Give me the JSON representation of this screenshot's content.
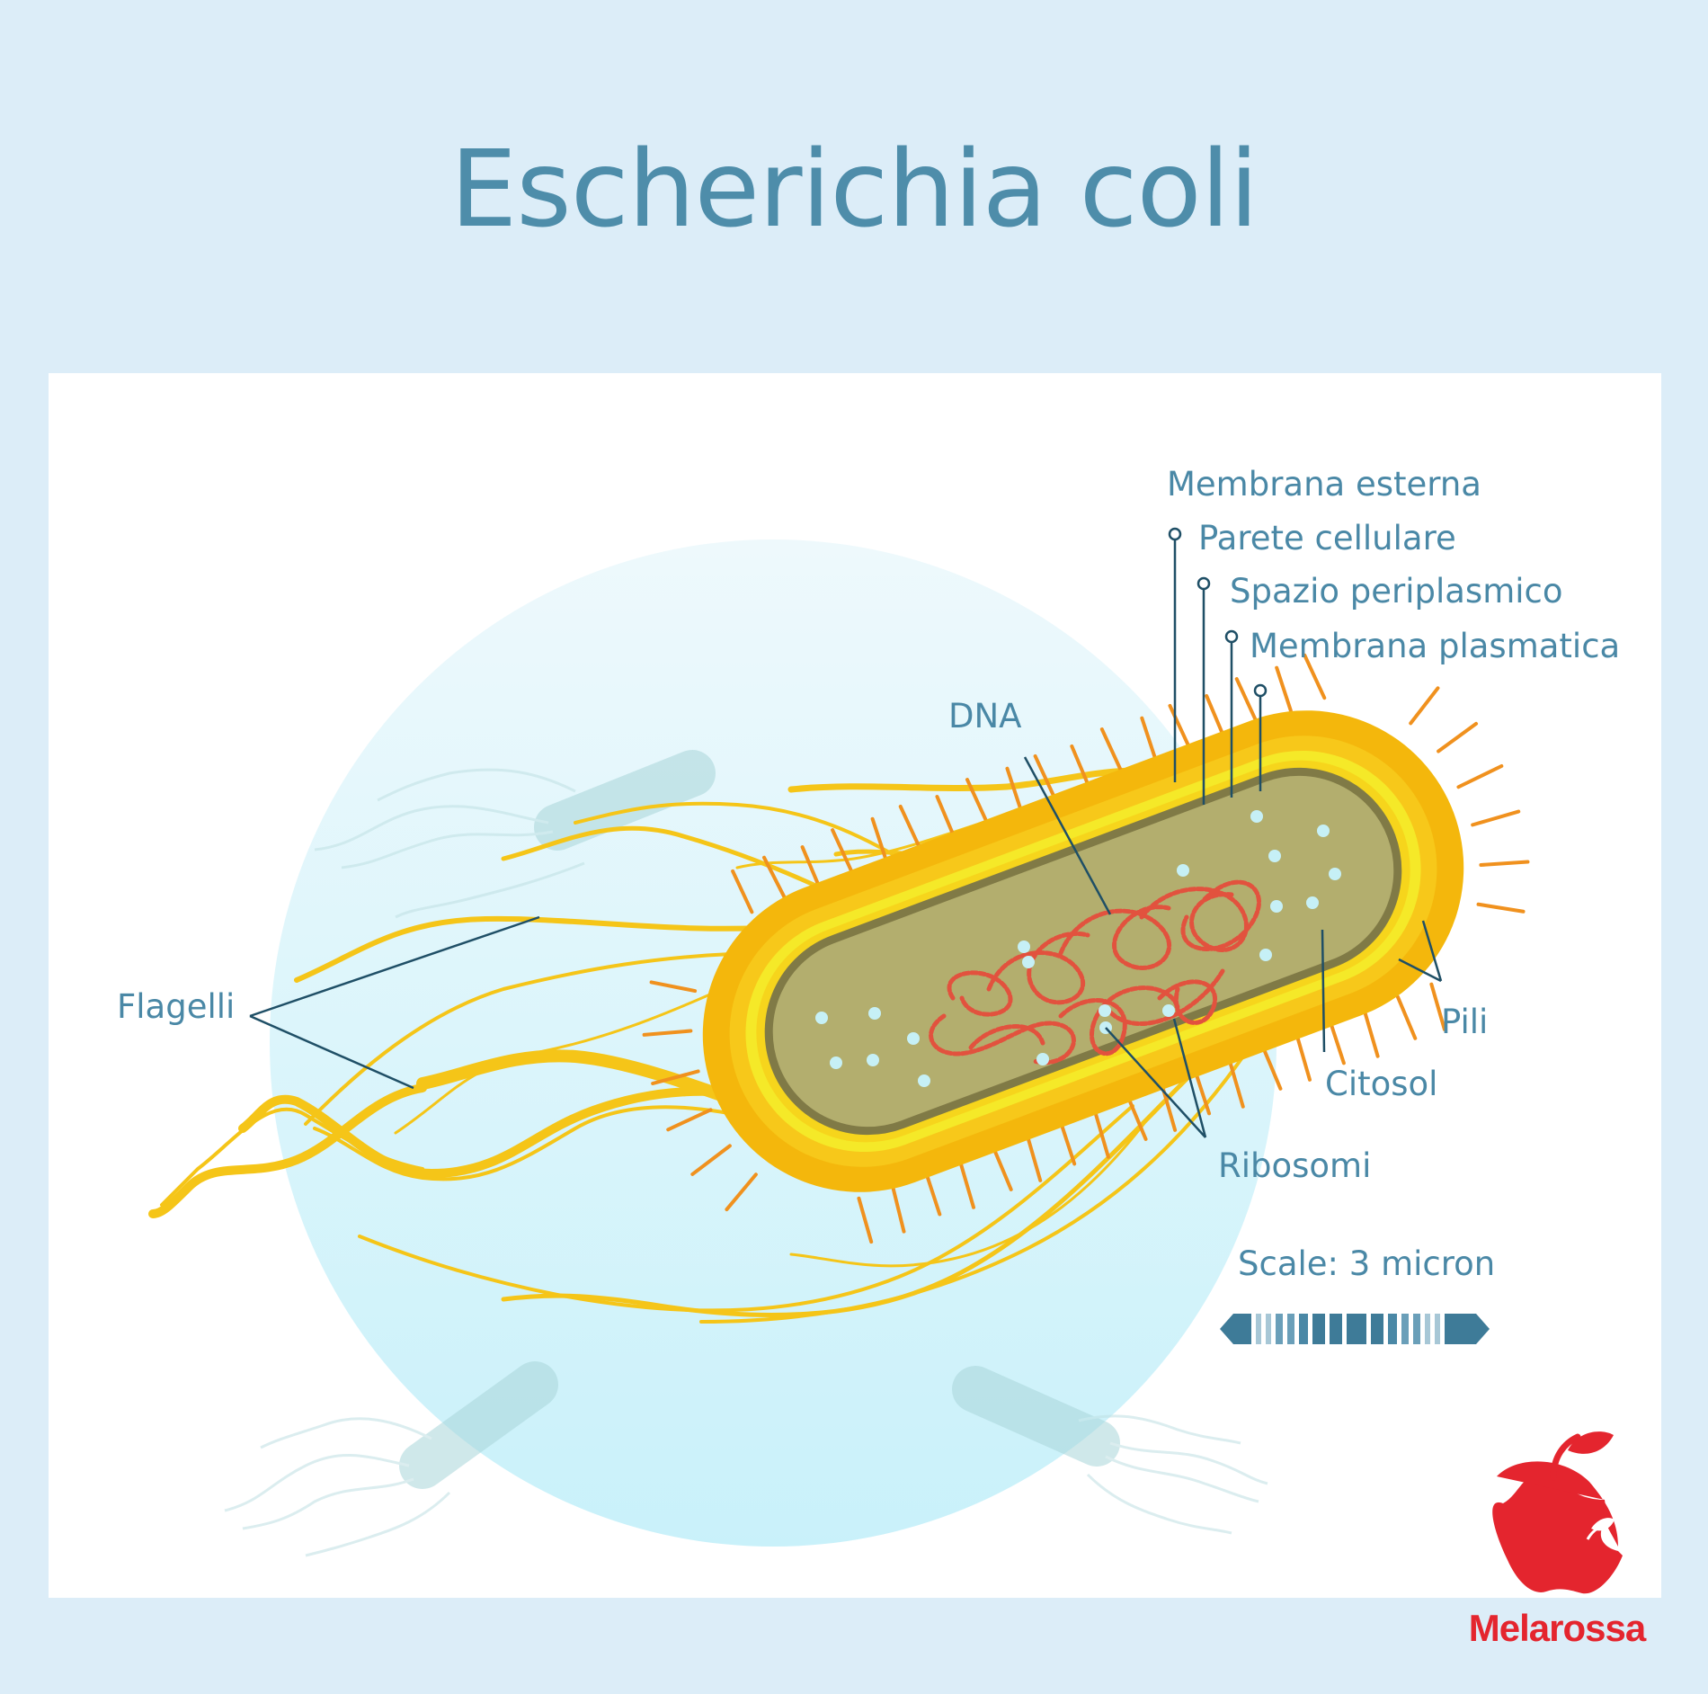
{
  "title": "Escherichia coli",
  "labels": {
    "outer_membrane": "Membrana esterna",
    "cell_wall": "Parete cellulare",
    "periplasmic_space": "Spazio periplasmico",
    "plasma_membrane": "Membrana plasmatica",
    "dna": "DNA",
    "flagella": "Flagelli",
    "pili": "Pili",
    "cytosol": "Citosol",
    "ribosomes": "Ribosomi",
    "scale": "Scale: 3 micron"
  },
  "brand": {
    "name": "Melarossa",
    "logo_icon": "red-apple-icon"
  },
  "colors": {
    "background": "#dcedf8",
    "panel": "#ffffff",
    "title_text": "#4e8daa",
    "label_text": "#4a88a6",
    "leader_line": "#1f4f66",
    "flagella": "#f5c518",
    "pili": "#f0911e",
    "capsule": "#f4b70c",
    "cell_wall": "#f5e928",
    "cytoplasm": "#b3ae6e",
    "membrane_outline": "#807a46",
    "dna": "#e2523e",
    "ribosome": "#c6f0f6",
    "brand_red": "#e4252e"
  }
}
